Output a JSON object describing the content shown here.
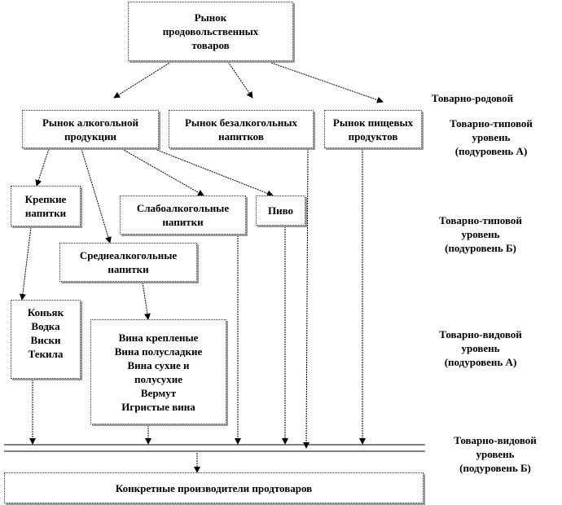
{
  "nodes": {
    "root": [
      "Рынок",
      "продовольственных",
      "товаров"
    ],
    "alcohol": [
      "Рынок алкогольной",
      "продукции"
    ],
    "soft": [
      "Рынок безалкогольных",
      "напитков"
    ],
    "food": [
      "Рынок пищевых",
      "продуктов"
    ],
    "strong": [
      "Крепкие",
      "напитки"
    ],
    "low": [
      "Слабоалкогольные",
      "напитки"
    ],
    "beer": [
      "Пиво"
    ],
    "medium": [
      "Среднеалкогольные",
      "напитки"
    ],
    "spirits": [
      "Коньяк",
      "Водка",
      "Виски",
      "Текила"
    ],
    "wines": [
      "Вина крепленые",
      "Вина полусладкие",
      "Вина сухие и",
      "полусухие",
      "Вермут",
      "Игристые вина"
    ],
    "producers": [
      "Конкретные производители продтоваров"
    ]
  },
  "levels": {
    "generic": [
      "Товарно-родовой"
    ],
    "typeA": [
      "Товарно-типовой",
      "уровень",
      "(подуровень А)"
    ],
    "typeB": [
      "Товарно-типовой",
      "уровень",
      "(подуровень Б)"
    ],
    "kindA": [
      "Товарно-видовой",
      "уровень",
      "(подуровень А)"
    ],
    "kindB": [
      "Товарно-видовой",
      "уровень",
      "(подуровень Б)"
    ]
  }
}
